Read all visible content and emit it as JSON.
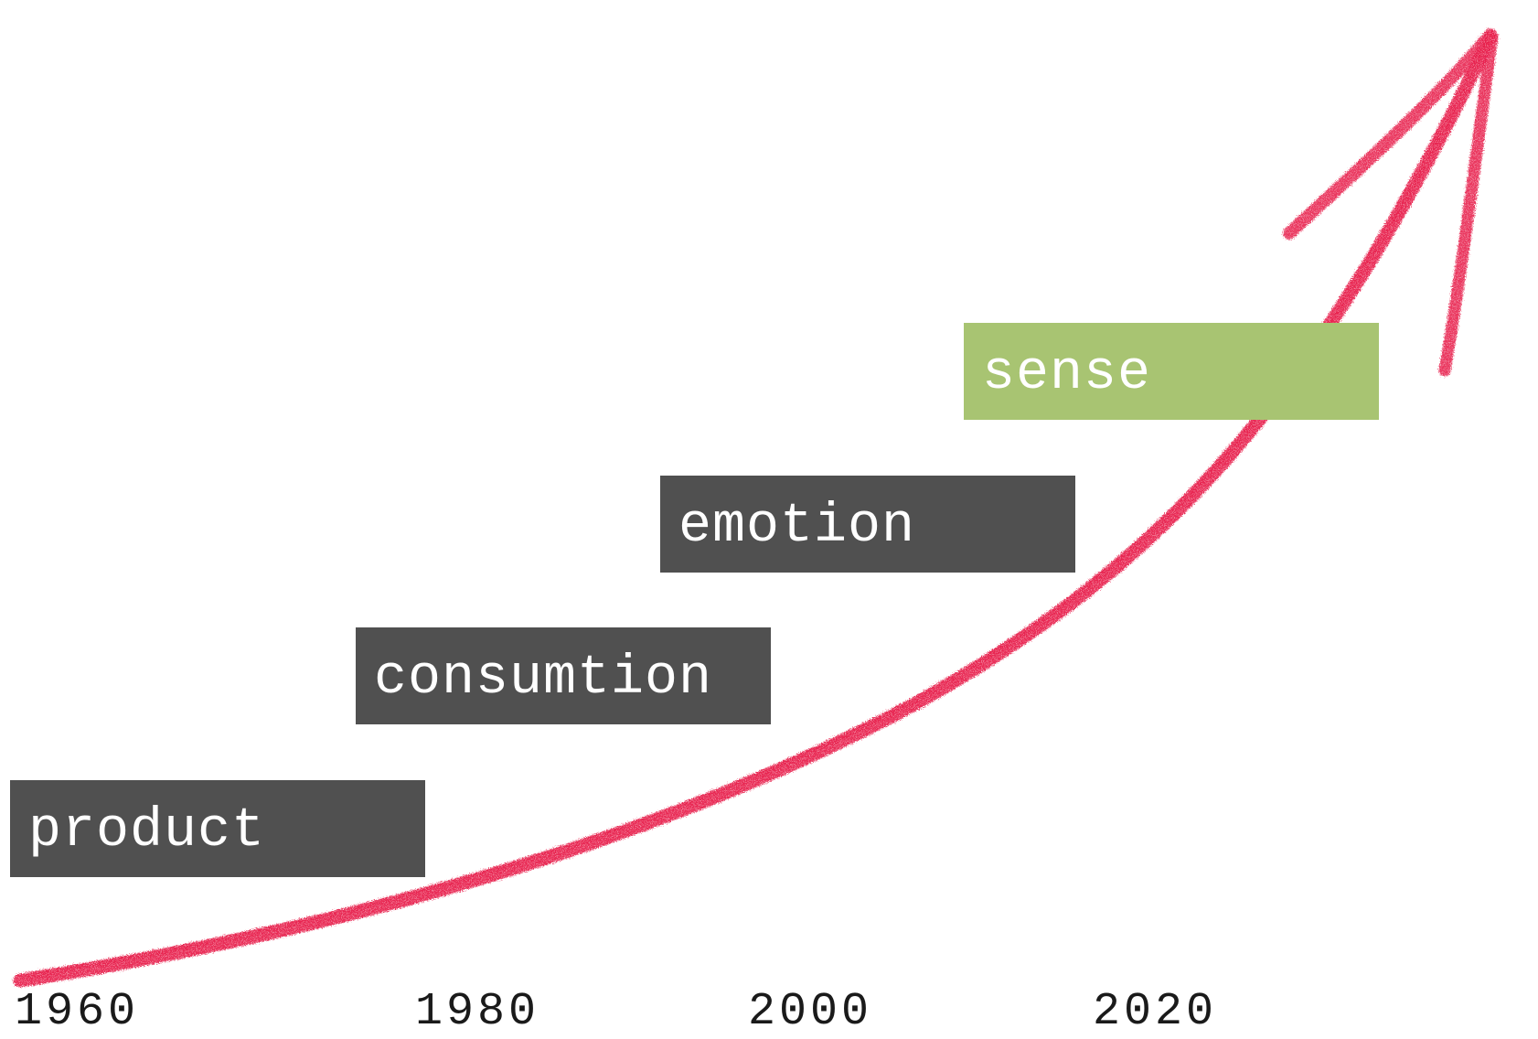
{
  "colors": {
    "background": "#ffffff",
    "box_dark": "#505050",
    "box_highlight": "#a8c472",
    "arrow": "#e8234f",
    "text_light": "#ffffff",
    "text_dark": "#1a1a1a"
  },
  "stages": [
    {
      "label": "product",
      "highlight": false
    },
    {
      "label": "consumtion",
      "highlight": false
    },
    {
      "label": "emotion",
      "highlight": false
    },
    {
      "label": "sense",
      "highlight": true
    }
  ],
  "years": [
    "1960",
    "1980",
    "2000",
    "2020"
  ],
  "arrow": {
    "style": "red-crayon-stroke",
    "direction": "up-right"
  }
}
